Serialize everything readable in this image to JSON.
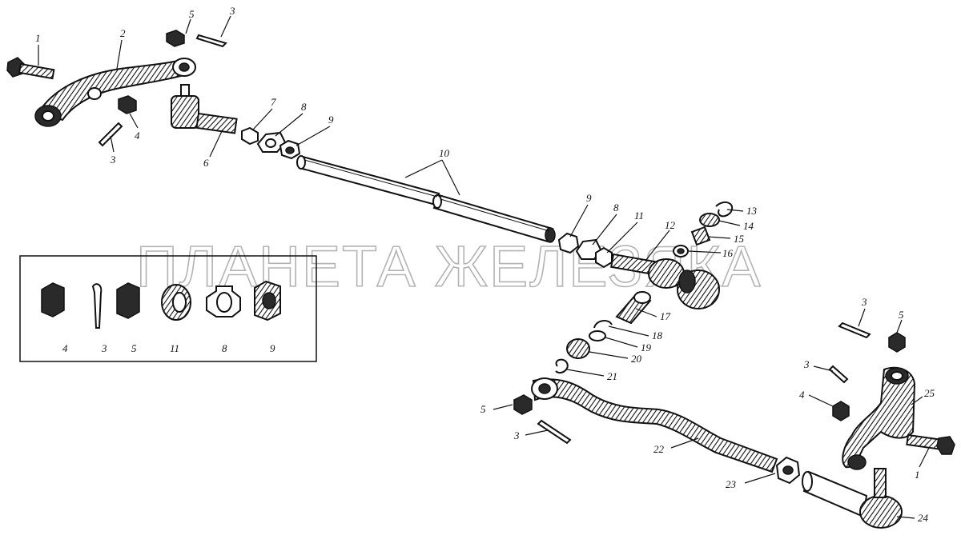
{
  "watermark": "ПЛАНЕТА ЖЕЛЕЗЯКА",
  "callouts": {
    "c1a": "1",
    "c2": "2",
    "c3a": "3",
    "c3b": "3",
    "c4a": "4",
    "c5a": "5",
    "c6": "6",
    "c7": "7",
    "c8a": "8",
    "c9a": "9",
    "c10": "10",
    "c9b": "9",
    "c8b": "8",
    "c11a": "11",
    "c12": "12",
    "c13": "13",
    "c14": "14",
    "c15": "15",
    "c16": "16",
    "c17": "17",
    "c18": "18",
    "c19": "19",
    "c20": "20",
    "c21": "21",
    "c22": "22",
    "c23": "23",
    "c24": "24",
    "c25": "25",
    "c3c": "3",
    "c5b": "5",
    "c3d": "3",
    "c4b": "4",
    "c1b": "1",
    "c5c": "5",
    "c3e": "3"
  },
  "inset_labels": [
    "4",
    "3",
    "5",
    "11",
    "8",
    "9"
  ]
}
